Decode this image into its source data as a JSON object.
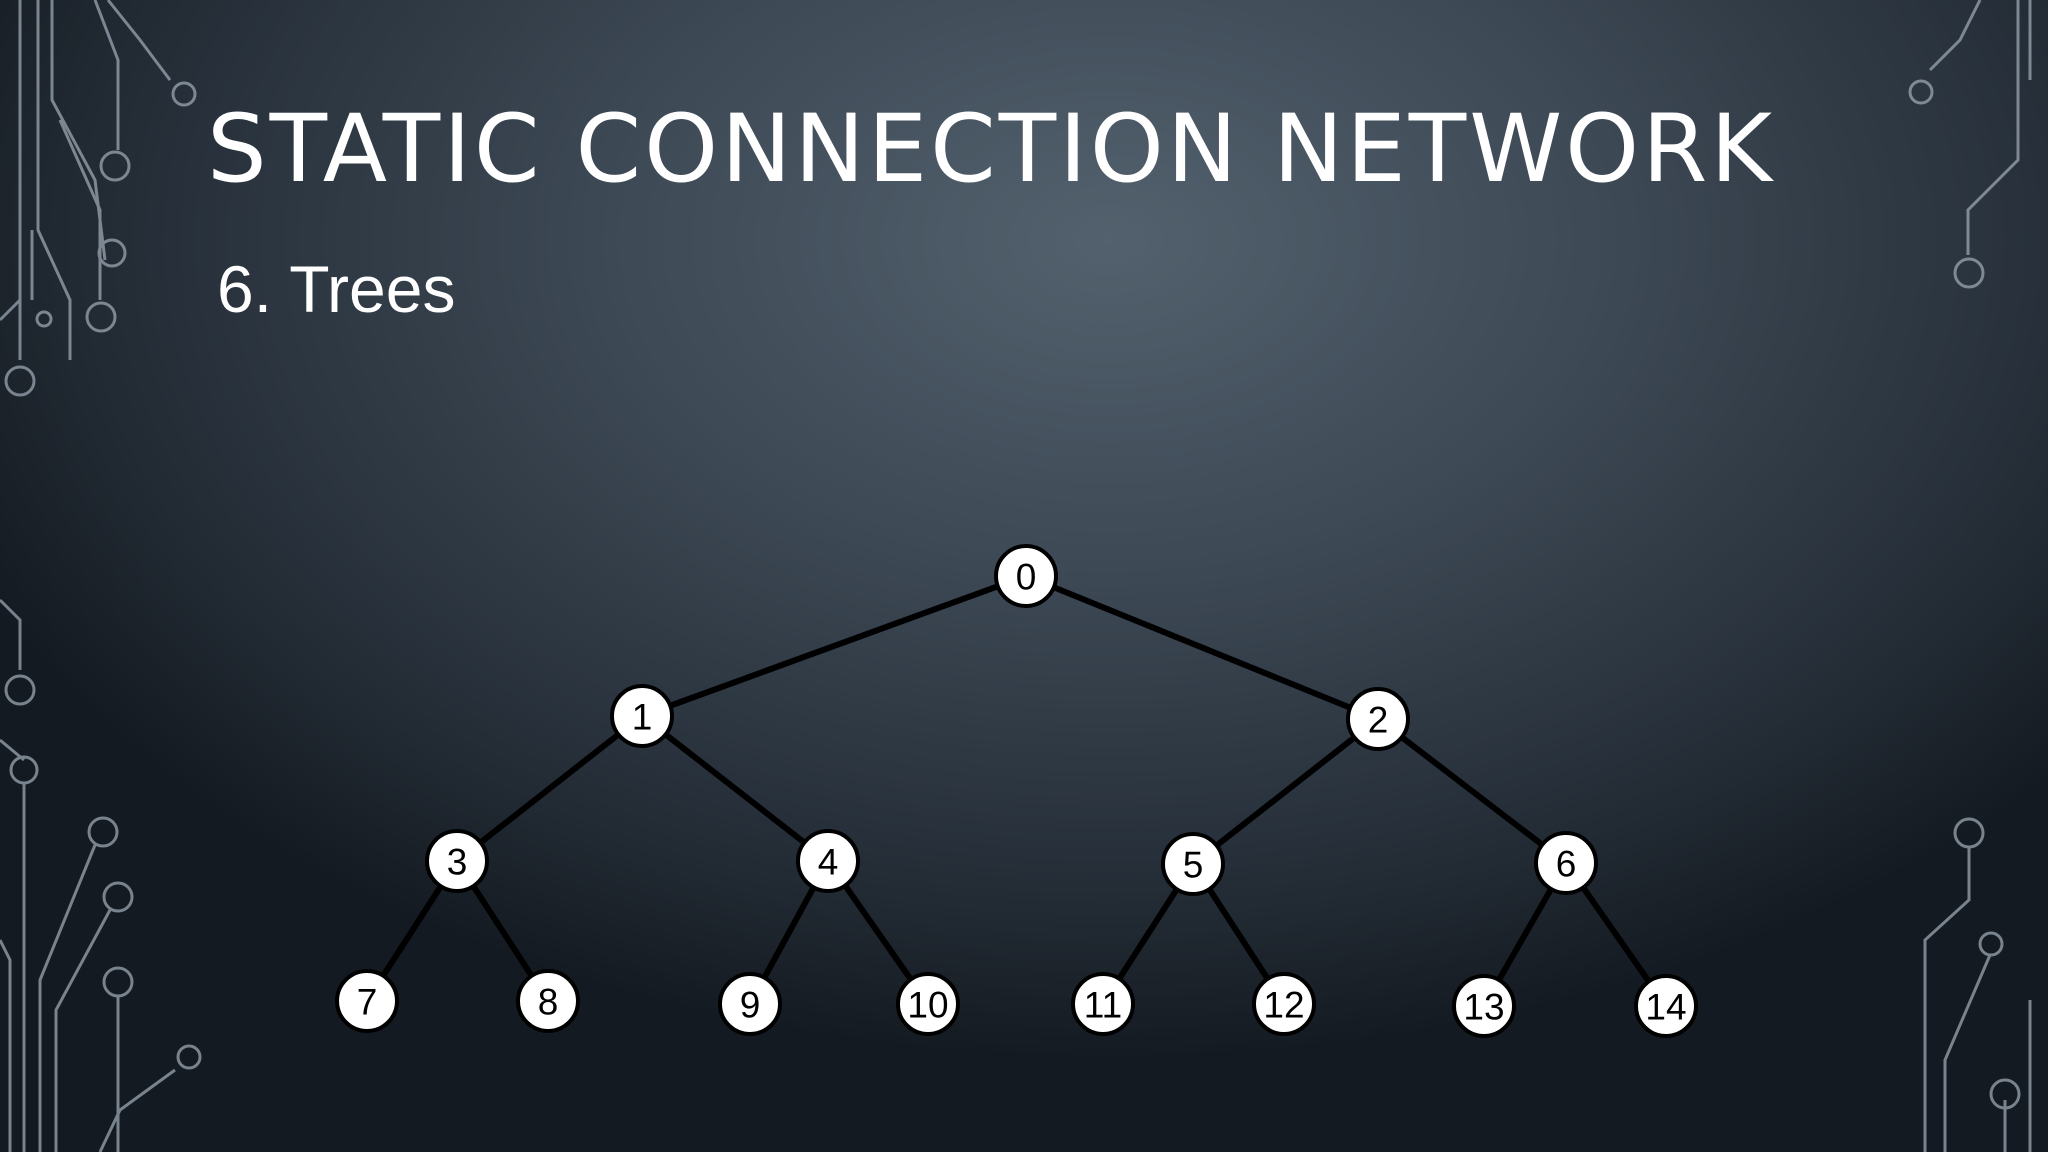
{
  "slide": {
    "title": "STATIC CONNECTION NETWORK",
    "subtitle": "6. Trees"
  },
  "diagram": {
    "type": "binary-tree",
    "nodes": [
      "0",
      "1",
      "2",
      "3",
      "4",
      "5",
      "6",
      "7",
      "8",
      "9",
      "10",
      "11",
      "12",
      "13",
      "14"
    ],
    "edges": [
      [
        "0",
        "1"
      ],
      [
        "0",
        "2"
      ],
      [
        "1",
        "3"
      ],
      [
        "1",
        "4"
      ],
      [
        "2",
        "5"
      ],
      [
        "2",
        "6"
      ],
      [
        "3",
        "7"
      ],
      [
        "3",
        "8"
      ],
      [
        "4",
        "9"
      ],
      [
        "4",
        "10"
      ],
      [
        "5",
        "11"
      ],
      [
        "5",
        "12"
      ],
      [
        "6",
        "13"
      ],
      [
        "6",
        "14"
      ]
    ]
  },
  "colors": {
    "text": "#ffffff",
    "node_fill": "#ffffff",
    "node_stroke": "#000000",
    "edge": "#000000",
    "circuit_lines": "#9aa6b1"
  }
}
